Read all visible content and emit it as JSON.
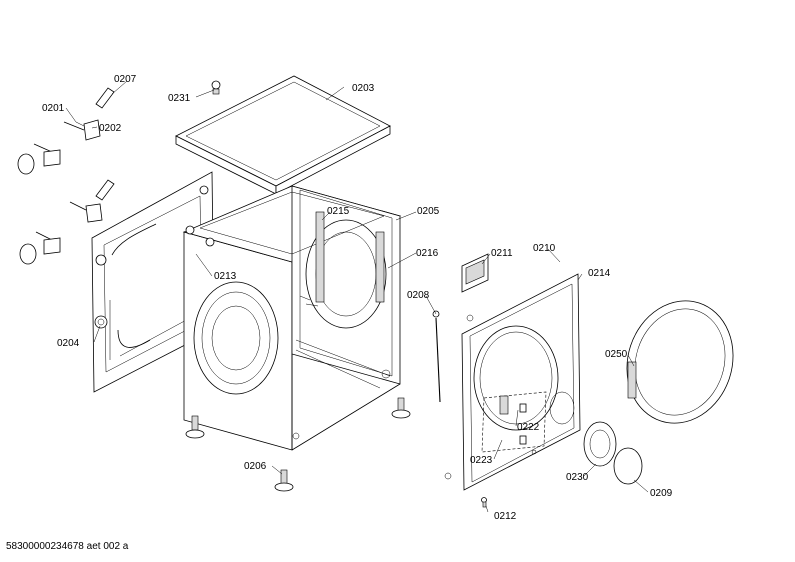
{
  "labels": {
    "l0207": "0207",
    "l0231": "0231",
    "l0203": "0203",
    "l0201": "0201",
    "l0202": "0202",
    "l0215": "0215",
    "l0205": "0205",
    "l0211": "0211",
    "l0210": "0210",
    "l0216": "0216",
    "l0214": "0214",
    "l0213": "0213",
    "l0208": "0208",
    "l0204": "0204",
    "l0250": "0250",
    "l0222": "0222",
    "l0223": "0223",
    "l0230": "0230",
    "l0209": "0209",
    "l0206": "0206",
    "l0212": "0212"
  },
  "footer": "58300000234678 aet 002 a"
}
